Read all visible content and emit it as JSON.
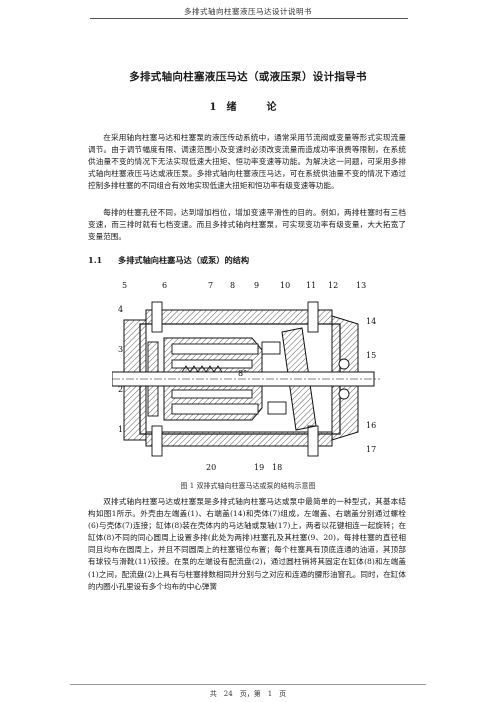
{
  "header": {
    "text": "多排式轴向柱塞液压马达设计说明书"
  },
  "title": "多排式轴向柱塞液压马达（或液压泵）设计指导书",
  "section": {
    "number": "1",
    "title": "绪　论"
  },
  "paragraphs": [
    "在采用轴向柱塞马达和柱塞泵的液压传动系统中，通常采用节流阀或变量等形式实现流量调节。由于调节幅度有限、调速范围小及变速时必须改变流量而造成功率浪费等限制，在系统供油量不变的情况下无法实现低速大扭矩、恒功率变速等功能。为解决这一问题，可采用多排式轴向柱塞液压马达或液压泵。多排式轴向柱塞液压马达，可在系统供油量不变的情况下通过控制多排柱塞的不同组合有效地实现低速大扭矩和恒功率有级变速等功能。",
    "每排的柱塞孔径不同，达到增加档位，增加变速平滑性的目的。例如，两排柱塞时有三档变速，而三排时就有七档变速。而且多排式轴向柱塞泵，可实现变功率有级变量，大大拓宽了变量范围。",
    "双排式轴向柱塞马达或柱塞泵是多排式轴向柱塞马达或泵中最简单的一种型式，其基本结构如图1所示。外壳由左端盖(1)、右端盖(14)和壳体(7)组成，左端盖、右端盖分别通过螺栓(6)与壳体(7)连接；缸体(8)装在壳体内的马达轴或泵轴(17)上，两者以花键相连一起旋转；在缸体(8)不同的同心圆周上设置多排(此处为两排)柱塞孔及其柱塞(9、20)，每排柱塞的直径相同且均布在圆周上，并且不同圆周上的柱塞错位布置；每个柱塞具有顶底连通的油道，其顶部有球铰与滑靴(11)铰接。在泵的左端设有配流盘(2)，通过圆柱销将其固定在缸体(8)和左端盖(1)之间，配流盘(2)上具有与柱塞排数相同并分别与之对应和连通的腰形油窗孔。同时，在缸体的内圈小孔里设有多个均布的中心弹簧"
  ],
  "subsection": {
    "number": "1.1",
    "title": "多排式轴向柱塞马达（或泵）的结构"
  },
  "figure": {
    "caption": "图 1  双排式轴向柱塞马达或泵的结构示意图",
    "callouts": [
      "1",
      "2",
      "3",
      "4",
      "5",
      "6",
      "7",
      "8",
      "9",
      "10",
      "11",
      "12",
      "13",
      "14",
      "15",
      "16",
      "17",
      "18",
      "19",
      "20"
    ],
    "center_label": "8°"
  },
  "footer": {
    "text": "共　24　页，第　1　页"
  }
}
